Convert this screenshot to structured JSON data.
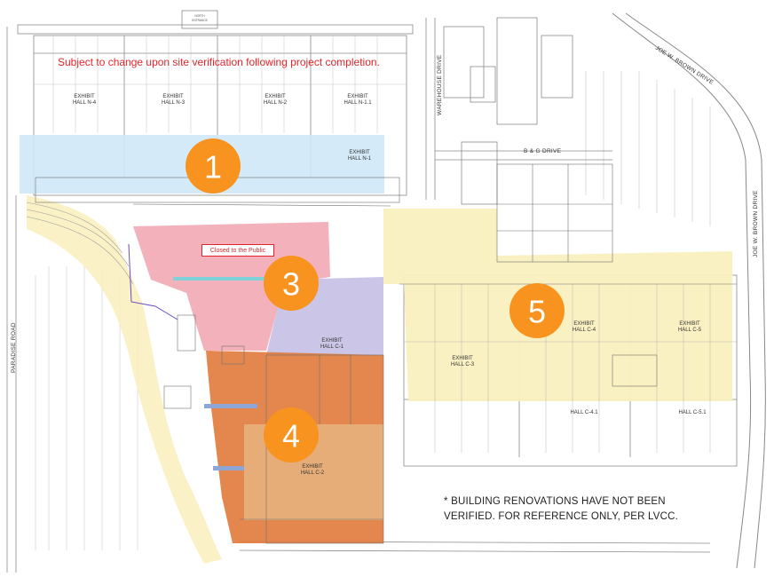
{
  "notice": "Subject to change upon site verification following project completion.",
  "footnote": {
    "line1": "* BUILDING RENOVATIONS HAVE NOT BEEN",
    "line2": "VERIFIED. FOR REFERENCE ONLY, PER LVCC."
  },
  "closed_label": "Closed to the Public",
  "roads": {
    "warehouse": "WAREHOUSE DRIVE",
    "joe_top": "JOE W. BROWN DRIVE",
    "joe_right": "JOE W. BROWN DRIVE",
    "bg": "B & G DRIVE",
    "paradise": "PARADISE ROAD",
    "north_entrance_1": "NORTH",
    "north_entrance_2": "ENTRANCE"
  },
  "halls": {
    "n4": [
      "EXHIBIT",
      "HALL N-4"
    ],
    "n3": [
      "EXHIBIT",
      "HALL N-3"
    ],
    "n2": [
      "EXHIBIT",
      "HALL N-2"
    ],
    "n11": [
      "EXHIBIT",
      "HALL N-1.1"
    ],
    "n1": [
      "EXHIBIT",
      "HALL N-1"
    ],
    "c1": [
      "EXHIBIT",
      "HALL C-1"
    ],
    "c2": [
      "EXHIBIT",
      "HALL C-2"
    ],
    "c3": [
      "EXHIBIT",
      "HALL C-3"
    ],
    "c4": [
      "EXHIBIT",
      "HALL C-4"
    ],
    "c5": [
      "EXHIBIT",
      "HALL C-5"
    ],
    "c41": "HALL C-4.1",
    "c51": "HALL C-5.1"
  },
  "zones": [
    {
      "label": "1",
      "color": "#f7931e"
    },
    {
      "label": "3",
      "color": "#f7931e"
    },
    {
      "label": "4",
      "color": "#f7931e"
    },
    {
      "label": "5",
      "color": "#f7931e"
    }
  ],
  "colors": {
    "zone1": "#cfe8f7",
    "zone3_pink": "#f2a9b4",
    "zone3_purple": "#c8c3e6",
    "zone4": "#e07a3c",
    "zone4_hall": "#e6ad78",
    "zone5": "#faf0c0",
    "notice_red": "#e0262b",
    "marker": "#f7931e"
  }
}
